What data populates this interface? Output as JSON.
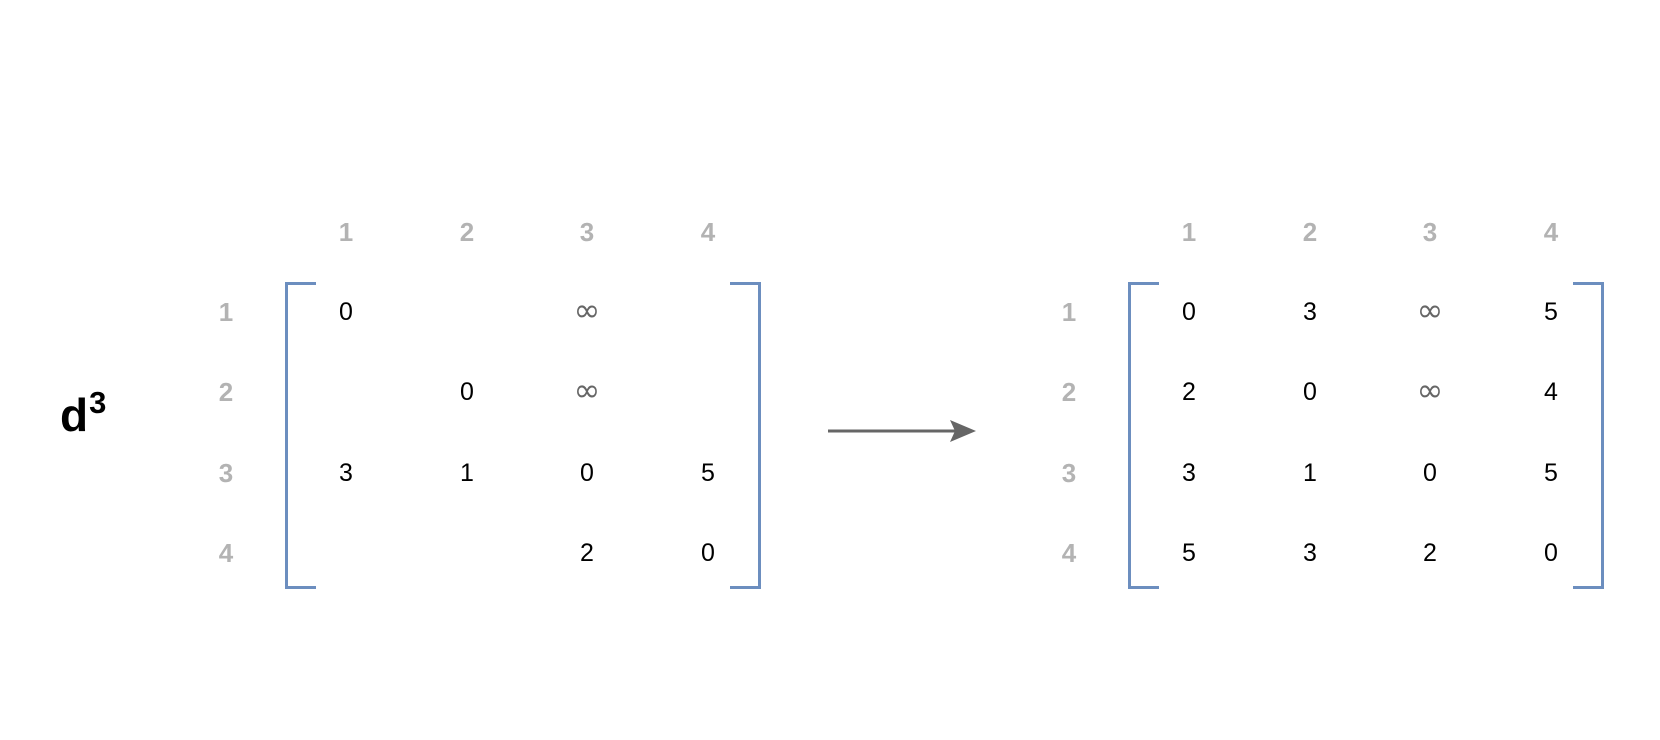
{
  "title": {
    "main": "d",
    "superscript": "3"
  },
  "col_headers": [
    "1",
    "2",
    "3",
    "4"
  ],
  "row_headers": [
    "1",
    "2",
    "3",
    "4"
  ],
  "matrix_left": [
    [
      "0",
      "",
      "∞",
      ""
    ],
    [
      "",
      "0",
      "∞",
      ""
    ],
    [
      "3",
      "1",
      "0",
      "5"
    ],
    [
      "",
      "",
      "2",
      "0"
    ]
  ],
  "matrix_right": [
    [
      "0",
      "3",
      "∞",
      "5"
    ],
    [
      "2",
      "0",
      "∞",
      "4"
    ],
    [
      "3",
      "1",
      "0",
      "5"
    ],
    [
      "5",
      "3",
      "2",
      "0"
    ]
  ],
  "colors": {
    "bracket": "#6c8ebf",
    "header": "#b3b3b3",
    "infinity": "#666666",
    "arrow": "#666666",
    "text": "#000000"
  }
}
